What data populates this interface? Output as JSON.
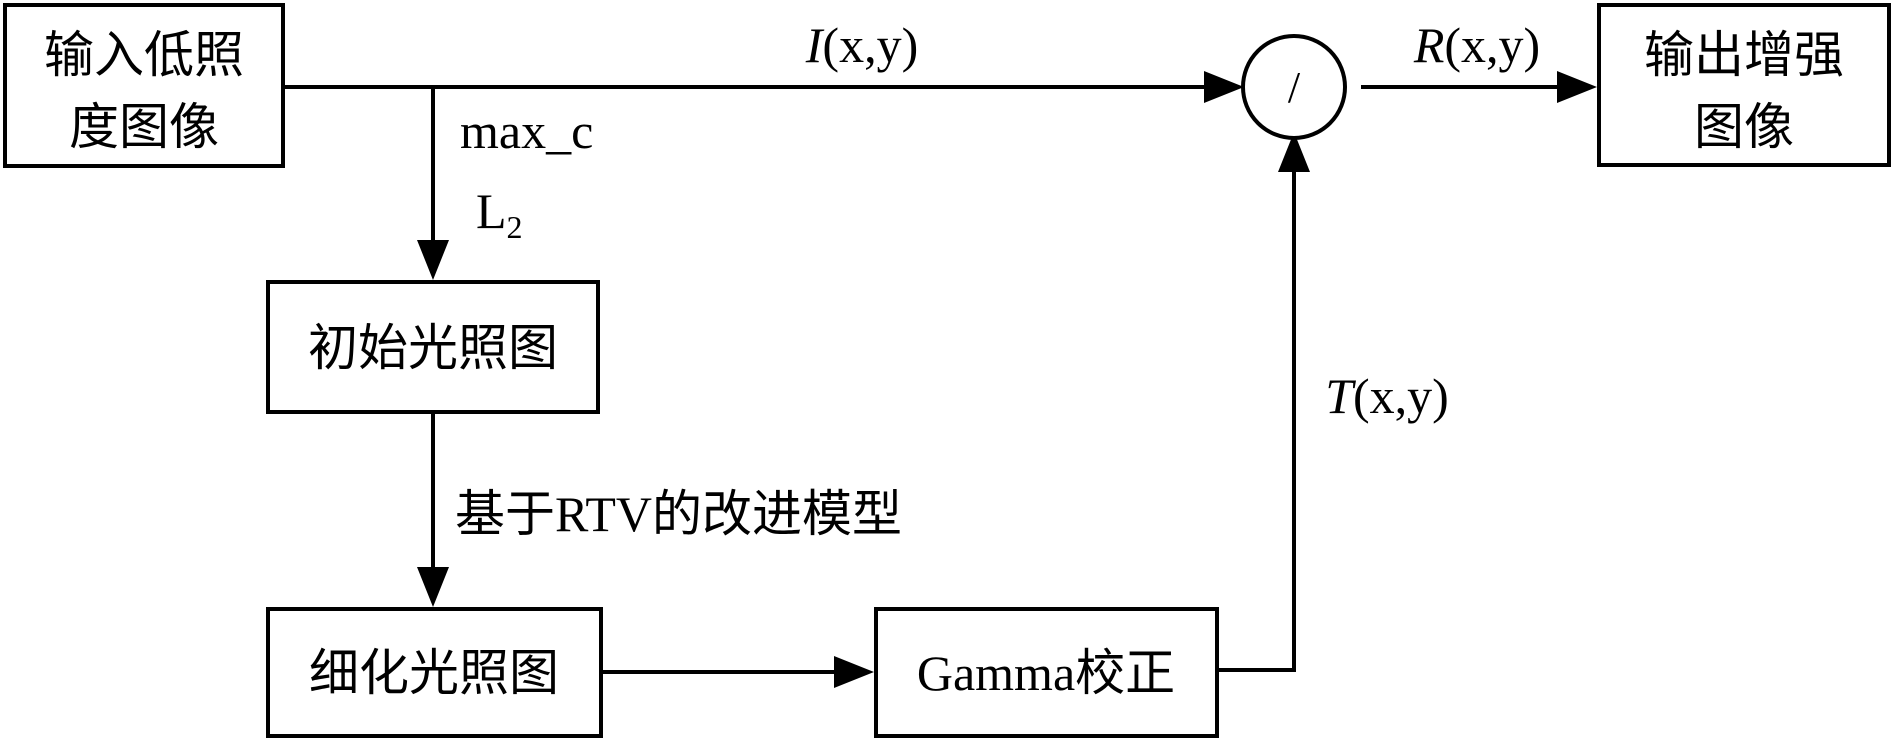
{
  "boxes": {
    "input": [
      "输入低照",
      "度图像"
    ],
    "initial_illumination": "初始光照图",
    "refined_illumination": "细化光照图",
    "gamma": "Gamma校正",
    "output": [
      "输出增强",
      "图像"
    ]
  },
  "divide_symbol": "/",
  "labels": {
    "i": {
      "fn": "I",
      "args": "(x,y)"
    },
    "r": {
      "fn": "R",
      "args": "(x,y)"
    },
    "t": {
      "fn": "T",
      "args": "(x,y)"
    },
    "max_c": "max_c",
    "l2_base": "L",
    "l2_sub": "2",
    "rtv_model": "基于RTV的改进模型"
  }
}
